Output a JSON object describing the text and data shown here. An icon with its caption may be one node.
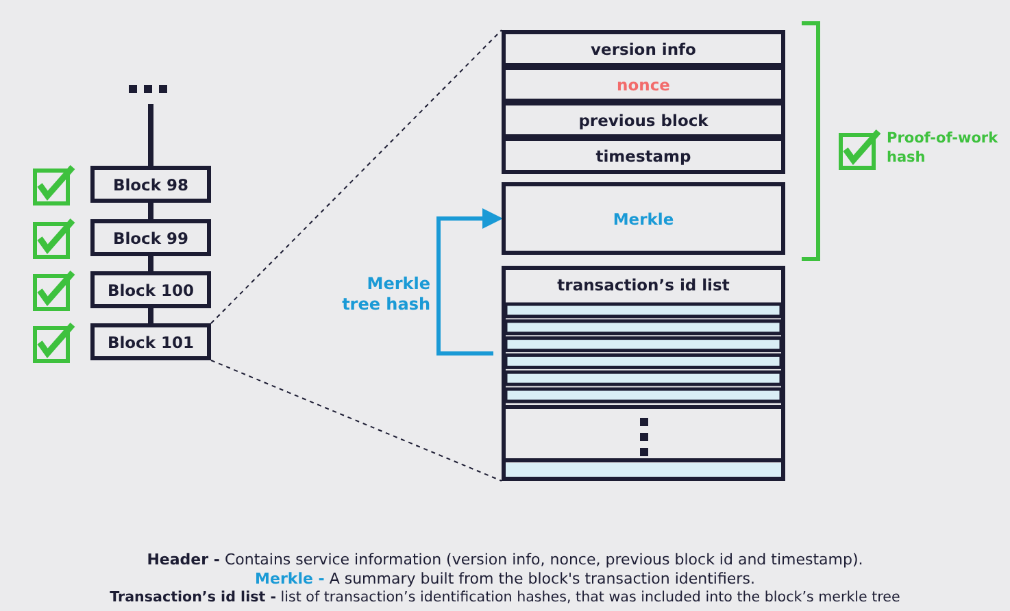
{
  "diagram": {
    "nodes": [
      {
        "text": [
          "Block 98"
        ]
      },
      {
        "text": [
          "Block 99"
        ]
      },
      {
        "text": [
          "Block 100"
        ]
      },
      {
        "text": [
          "Block 101"
        ]
      },
      {
        "text": [
          "version info"
        ]
      },
      {
        "text": [
          "nonce"
        ]
      },
      {
        "text": [
          "previous block"
        ]
      },
      {
        "text": [
          "timestamp"
        ]
      },
      {
        "text": [
          "Merkle"
        ]
      },
      {
        "text": [
          "transaction’s id list"
        ]
      }
    ],
    "edges": [
      {
        "from": null,
        "to": 0,
        "arrow": "none"
      },
      {
        "from": 0,
        "to": 1,
        "arrow": "none"
      },
      {
        "from": 1,
        "to": 2,
        "arrow": "none"
      },
      {
        "from": 2,
        "to": 3,
        "arrow": "none"
      },
      {
        "from": 3,
        "to": 4,
        "arrow": "none",
        "style": "dashed"
      },
      {
        "from": 3,
        "to": 9,
        "arrow": "none",
        "style": "dashed"
      },
      {
        "from": 9,
        "to": 8,
        "arrow": "to",
        "label": "Merkle tree hash",
        "color": "#1a9ad6"
      }
    ],
    "labels": [
      "Proof-of-work hash",
      "**Header -** Contains service information (version info, nonce, previous block id and timestamp).",
      "**Merkle -** A summary built from the block's transaction identifiers.",
      "**Transaction’s id list -** list of transaction’s identification hashes, that was included into the block’s merkle tree"
    ]
  }
}
